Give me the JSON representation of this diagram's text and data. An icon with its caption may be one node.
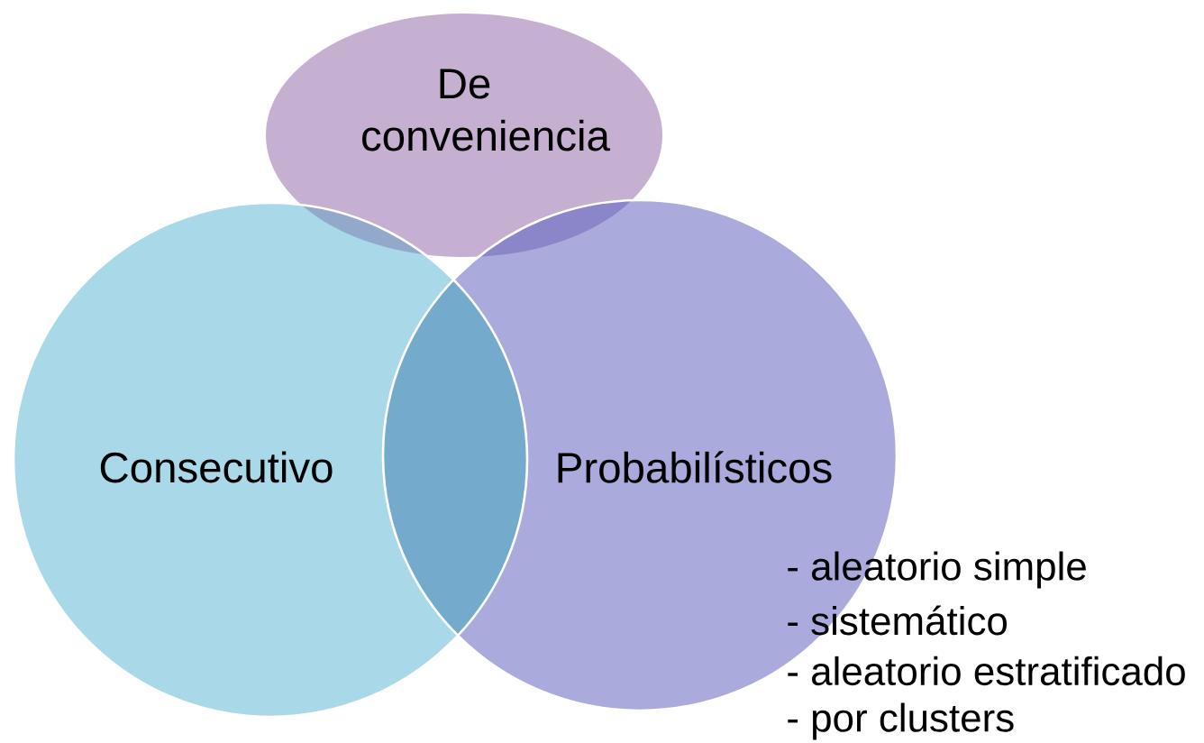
{
  "diagram": {
    "nodes": [
      {
        "text": [
          "De conveniencia"
        ]
      },
      {
        "text": [
          "Consecutivo"
        ]
      },
      {
        "text": [
          "Probabilísticos"
        ],
        "beside": [
          "- aleatorio simple",
          "- sistemático",
          "- aleatorio estratificado",
          "- por clusters"
        ]
      }
    ]
  }
}
